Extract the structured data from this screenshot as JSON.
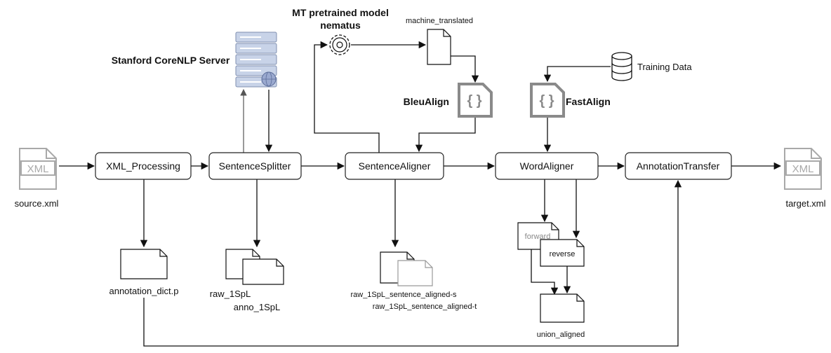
{
  "nodes": {
    "xml_processing": "XML_Processing",
    "sentence_splitter": "SentenceSplitter",
    "sentence_aligner": "SentenceAligner",
    "word_aligner": "WordAligner",
    "annotation_transfer": "AnnotationTransfer"
  },
  "inputs": {
    "source": "source.xml",
    "target": "target.xml",
    "xml_icon_text": "XML"
  },
  "resources": {
    "corenlp": "Stanford CoreNLP Server",
    "mt_model_line1": "MT pretrained model",
    "mt_model_line2": "nematus",
    "machine_translated": "machine_translated",
    "bleualign": "BleuAlign",
    "fastalign": "FastAlign",
    "training_data": "Training Data",
    "braces": "{ }"
  },
  "outputs": {
    "annotation_dict": "annotation_dict.p",
    "raw_1spl": "raw_1SpL",
    "anno_1spl": "anno_1SpL",
    "aligned_s": "raw_1SpL_sentence_aligned-s",
    "aligned_t": "raw_1SpL_sentence_aligned-t",
    "forward": "forward",
    "reverse": "reverse",
    "union_aligned": "union_aligned"
  }
}
